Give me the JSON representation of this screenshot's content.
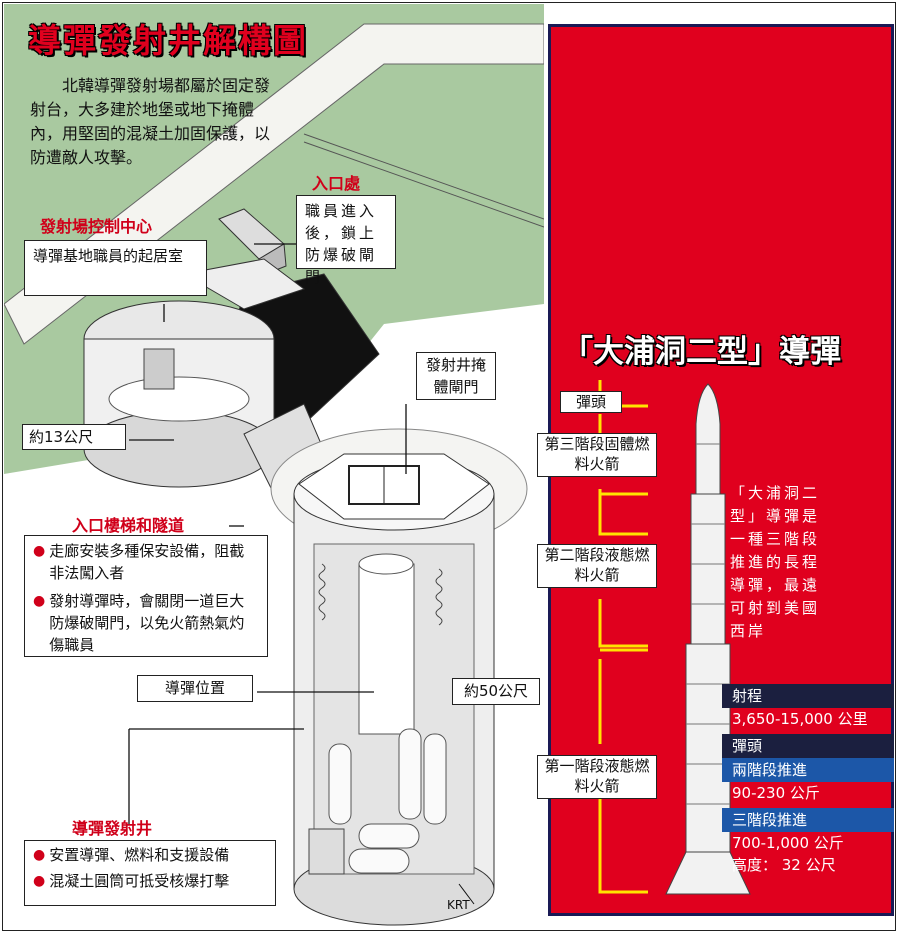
{
  "title": "導彈發射井解構圖",
  "intro": "北韓導彈發射場都屬於固定發射台，大多建於地堡或地下掩體內，用堅固的混凝土加固保護，以防遭敵人攻擊。",
  "entrance": {
    "label": "入口處",
    "text": "職員進入後，鎖上防爆破閘門"
  },
  "control_center": {
    "label": "發射場控制中心",
    "text": "導彈基地職員的起居室"
  },
  "silo_door": {
    "text": "發射井掩體閘門"
  },
  "depth13": {
    "text": "約13公尺"
  },
  "stairs": {
    "label": "入口樓梯和隧道",
    "bullets": [
      "走廊安裝多種保安設備，阻截非法闖入者",
      "發射導彈時，會關閉一道巨大防爆破閘門，以免火箭熱氣灼傷職員"
    ]
  },
  "missile_position": {
    "text": "導彈位置"
  },
  "depth50": {
    "text": "約50公尺"
  },
  "silo": {
    "label": "導彈發射井",
    "bullets": [
      "安置導彈、燃料和支援設備",
      "混凝土圓筒可抵受核爆打擊"
    ]
  },
  "credit": "KRT",
  "missile": {
    "title": "「大浦洞二型」導彈",
    "warhead_label": "彈頭",
    "stage3": "第三階段固體燃料火箭",
    "stage2": "第二階段液態燃料火箭",
    "stage1": "第一階段液態燃料火箭",
    "description": "「大浦洞二型」導彈是一種三階段推進的長程導彈，最遠可射到美國西岸",
    "range_label": "射程",
    "range_value": "3,650-15,000 公里",
    "warhead_head": "彈頭",
    "two_stage_label": "兩階段推進",
    "two_stage_value": "90-230 公斤",
    "three_stage_label": "三階段推進",
    "three_stage_value": "700-1,000 公斤",
    "height": "高度： 32 公尺"
  },
  "colors": {
    "red": "#e0001e",
    "navy": "#1b1f3f",
    "blue": "#1c57a8",
    "grass": "#a9c9a0",
    "yellow": "#ffe400"
  }
}
